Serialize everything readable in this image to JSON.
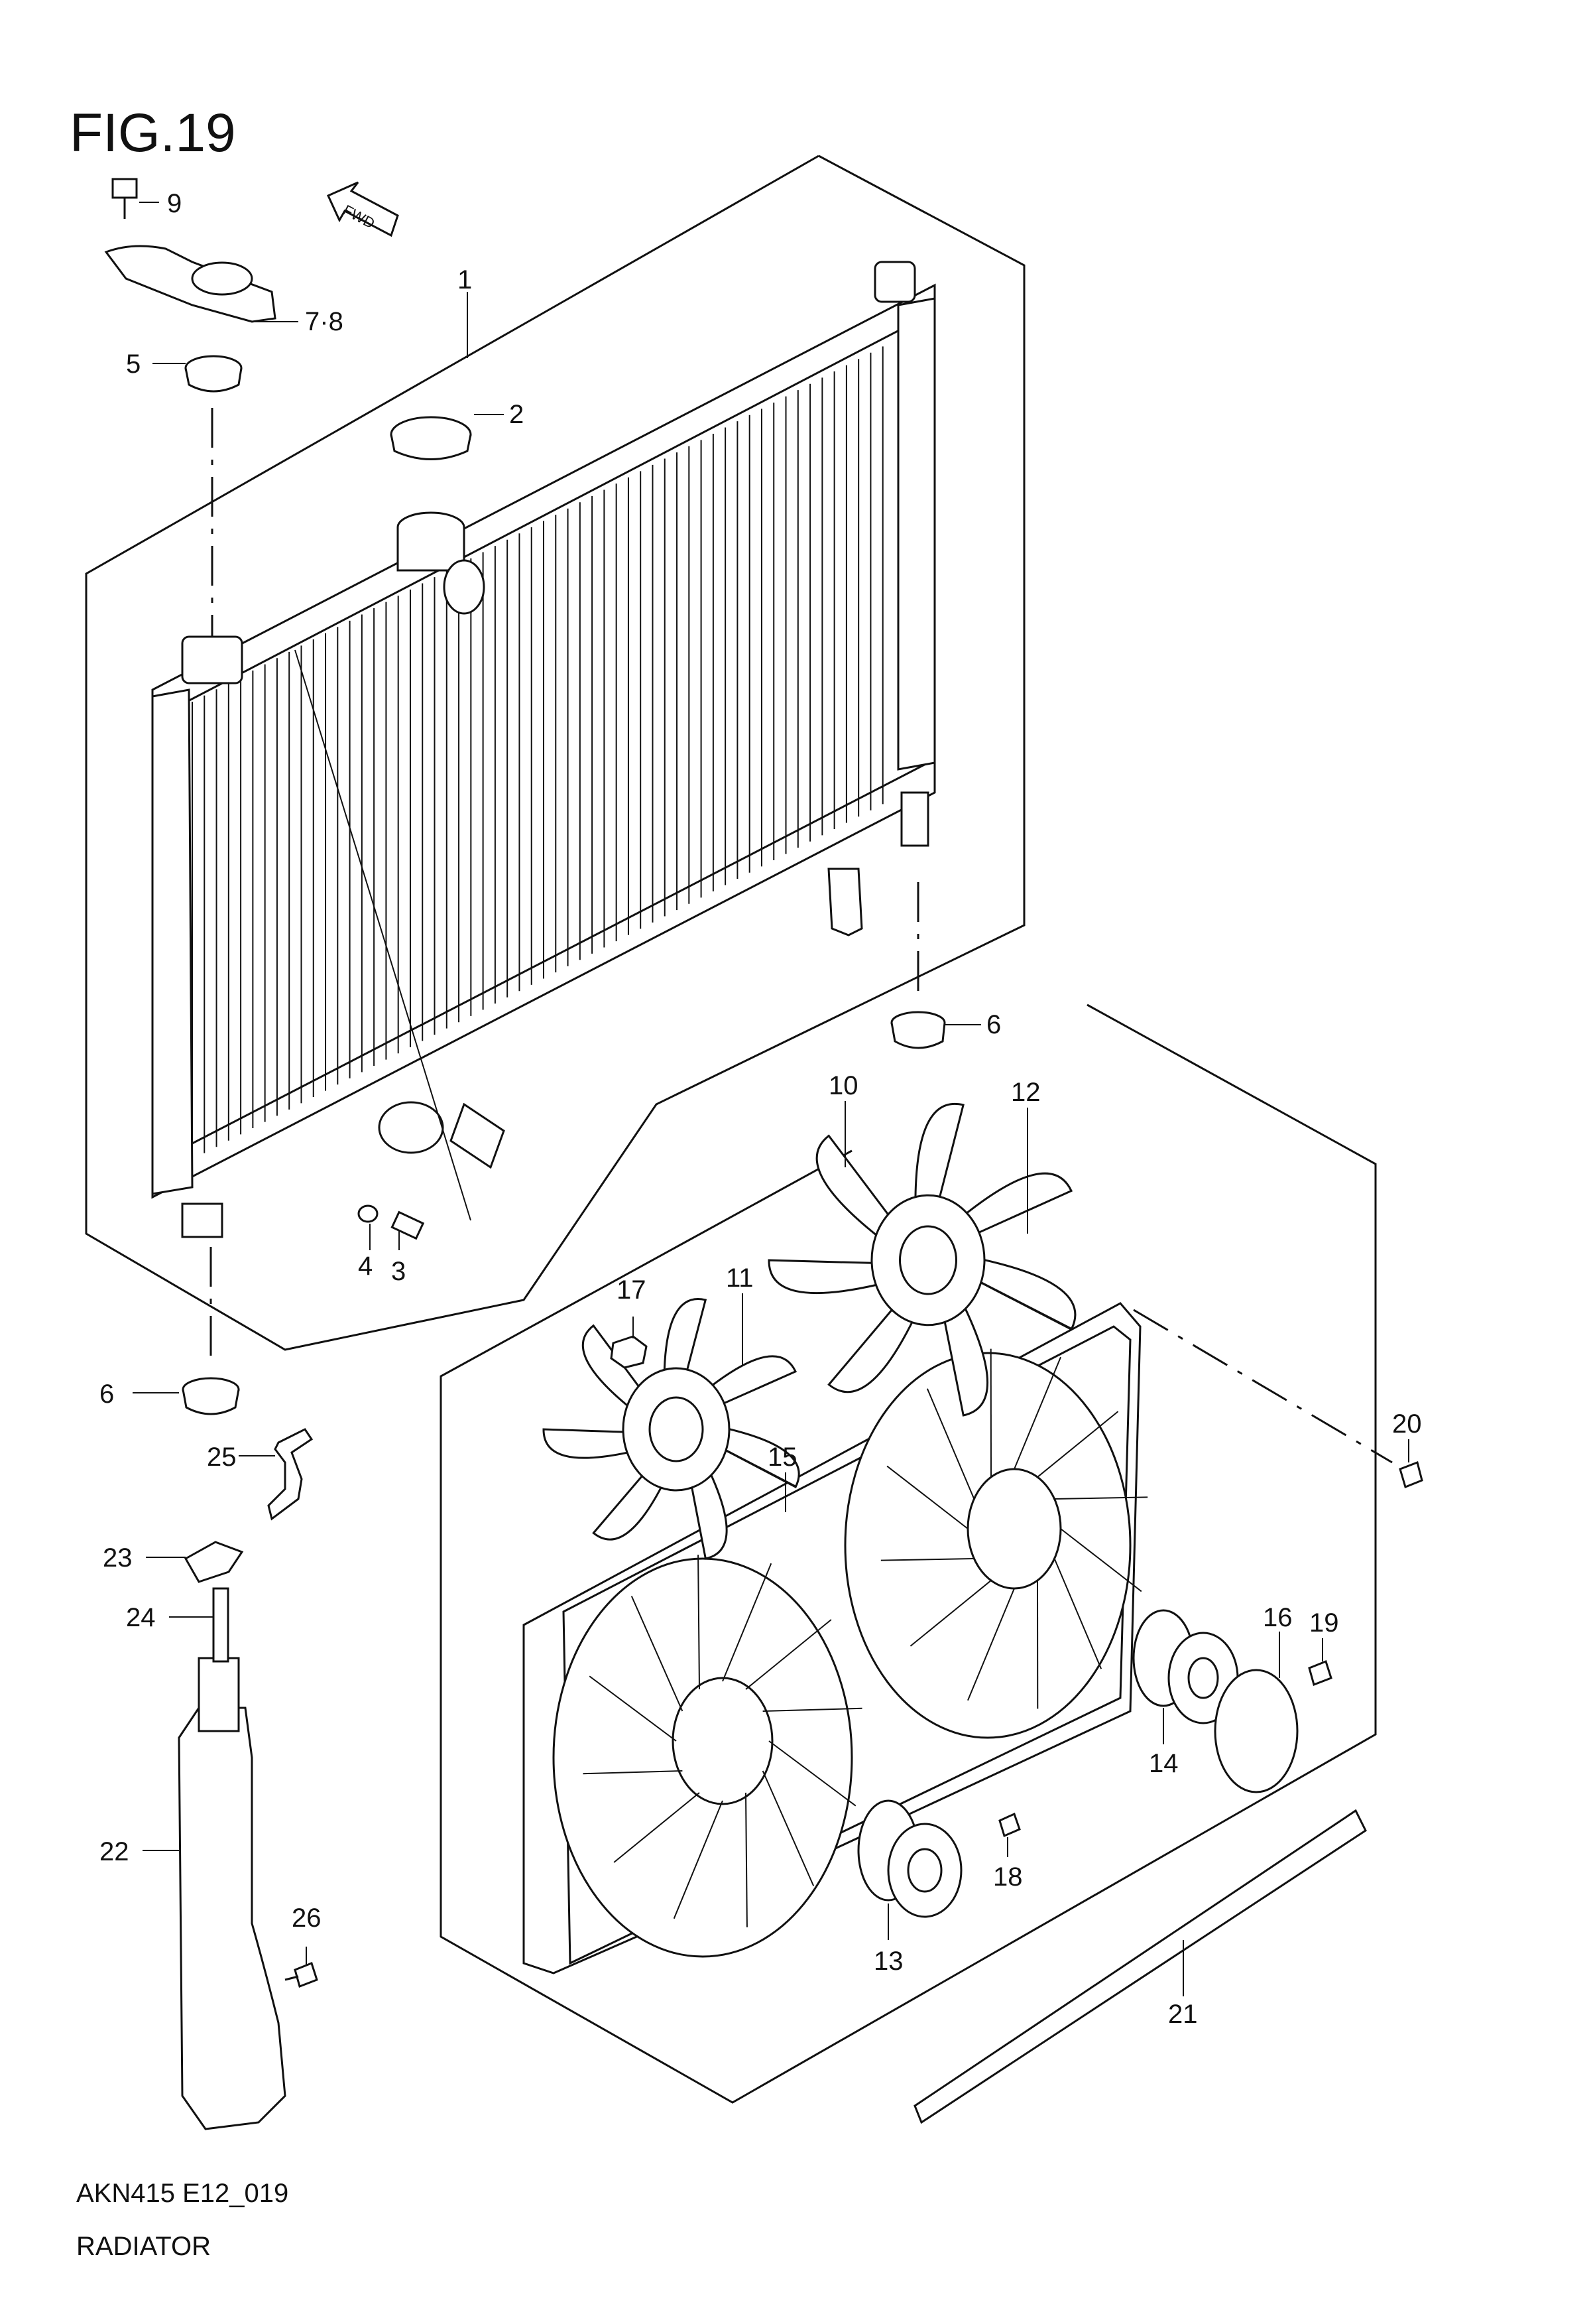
{
  "figure": {
    "title": "FIG.19",
    "code": "AKN415 E12_019",
    "name": "RADIATOR"
  },
  "fwd_label": "FWD",
  "callouts": {
    "c1": "1",
    "c2": "2",
    "c3": "3",
    "c4": "4",
    "c5": "5",
    "c6a": "6",
    "c6b": "6",
    "c78": "7·8",
    "c9": "9",
    "c10": "10",
    "c11": "11",
    "c12": "12",
    "c13": "13",
    "c14": "14",
    "c15": "15",
    "c16": "16",
    "c17": "17",
    "c18": "18",
    "c19": "19",
    "c20": "20",
    "c21": "21",
    "c22": "22",
    "c23": "23",
    "c24": "24",
    "c25": "25",
    "c26": "26"
  },
  "colors": {
    "line": "#111111",
    "background": "#ffffff"
  }
}
